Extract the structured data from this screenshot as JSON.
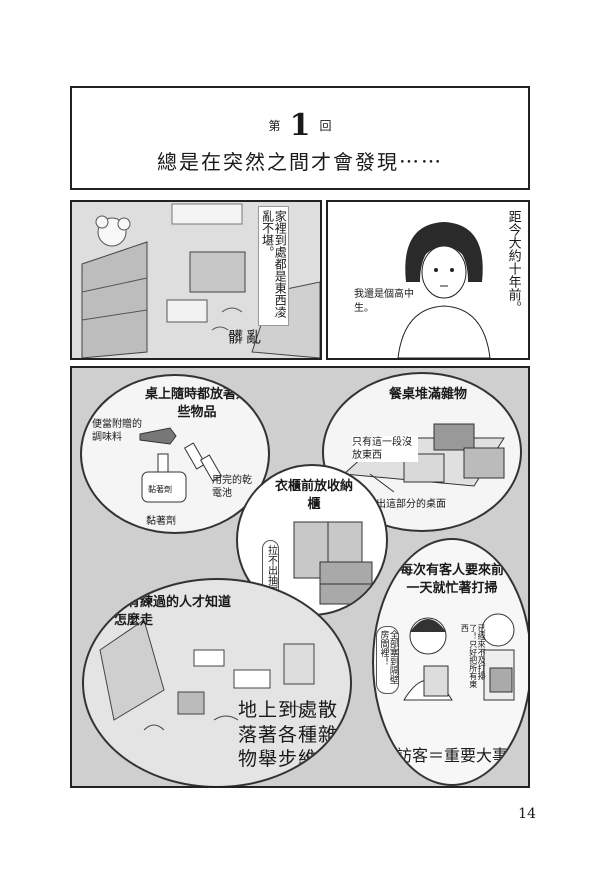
{
  "title_panel": {
    "chapter_prefix": "第",
    "chapter_number": "1",
    "chapter_suffix": "回",
    "title": "總是在突然之間才會發現⋯⋯"
  },
  "panel_room": {
    "caption": "家裡到處都是東西凌亂不堪。",
    "sfx": "髒亂"
  },
  "panel_girl": {
    "narration": "距今大約十年前。",
    "speech": "我還是個高中生。"
  },
  "panel_clutter": {
    "desk": {
      "heading": "桌上隨時都放著這些物品",
      "note_seasoning": "便當附贈的調味料",
      "note_battery": "用完的乾電池",
      "note_glue": "黏著劑",
      "glue_label": "黏著劑"
    },
    "table": {
      "heading": "餐桌堆滿雜物",
      "note_space": "只有這一段沒放東西",
      "note_eat": "硬空出這部分的桌面吃飯"
    },
    "closet": {
      "heading": "衣櫃前放收納櫃",
      "speech": "拉不出抽屜⋯"
    },
    "guests": {
      "heading": "每次有客人要來前一天就忙著打掃",
      "speech_left": "全部塞到隔壁房間裡！",
      "speech_right": "已經來不及打掃了！只好把所有東西",
      "caption": "訪客＝重要大事"
    },
    "floor": {
      "heading": "只有練過的人才知道怎麼走",
      "caption": "地上到處散落著各種雜物舉步維艱"
    }
  },
  "page_number": "14"
}
